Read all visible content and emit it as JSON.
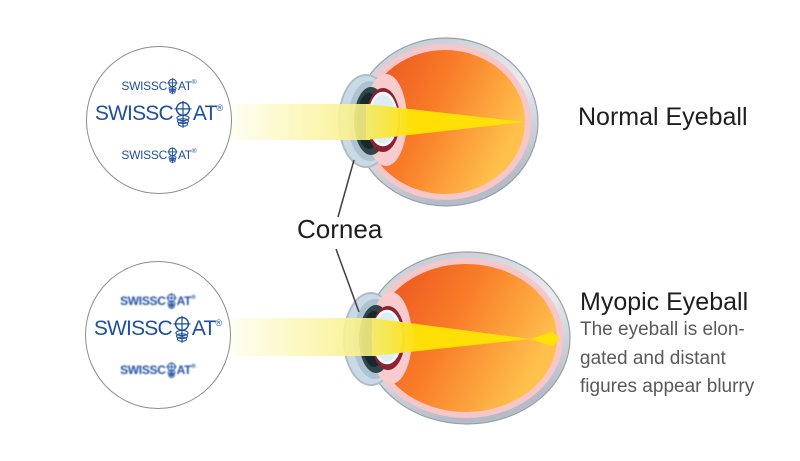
{
  "diagram": {
    "brand": {
      "name": "SWISSCOAT",
      "text_pre": "SWISSC",
      "text_post": "AT",
      "registered": "®",
      "logo_blue": "#1e4f9f"
    },
    "cornea_label": "Cornea",
    "normal": {
      "title": "Normal Eyeball"
    },
    "myopic": {
      "title": "Myopic Eyeball",
      "description_lines": [
        "The eyeball is elon-",
        "gated and distant",
        "figures appear blurry"
      ]
    },
    "colors": {
      "beam_pale": "#fdf9c0",
      "beam_bright": "#ffe205",
      "eye_orange_dark": "#e84e1f",
      "eye_orange_light": "#ffc14b",
      "sclera_ring_gray": "#a7aeba",
      "pink_ring": "#f7c6c9",
      "cornea_blue": "#c9dae5",
      "chamber_dark": "#2e4549",
      "iris_maroon": "#8e2130",
      "lens_pale_blue": "#deedf5",
      "title_text": "#1e1e1e",
      "description_text": "#58595b"
    }
  }
}
